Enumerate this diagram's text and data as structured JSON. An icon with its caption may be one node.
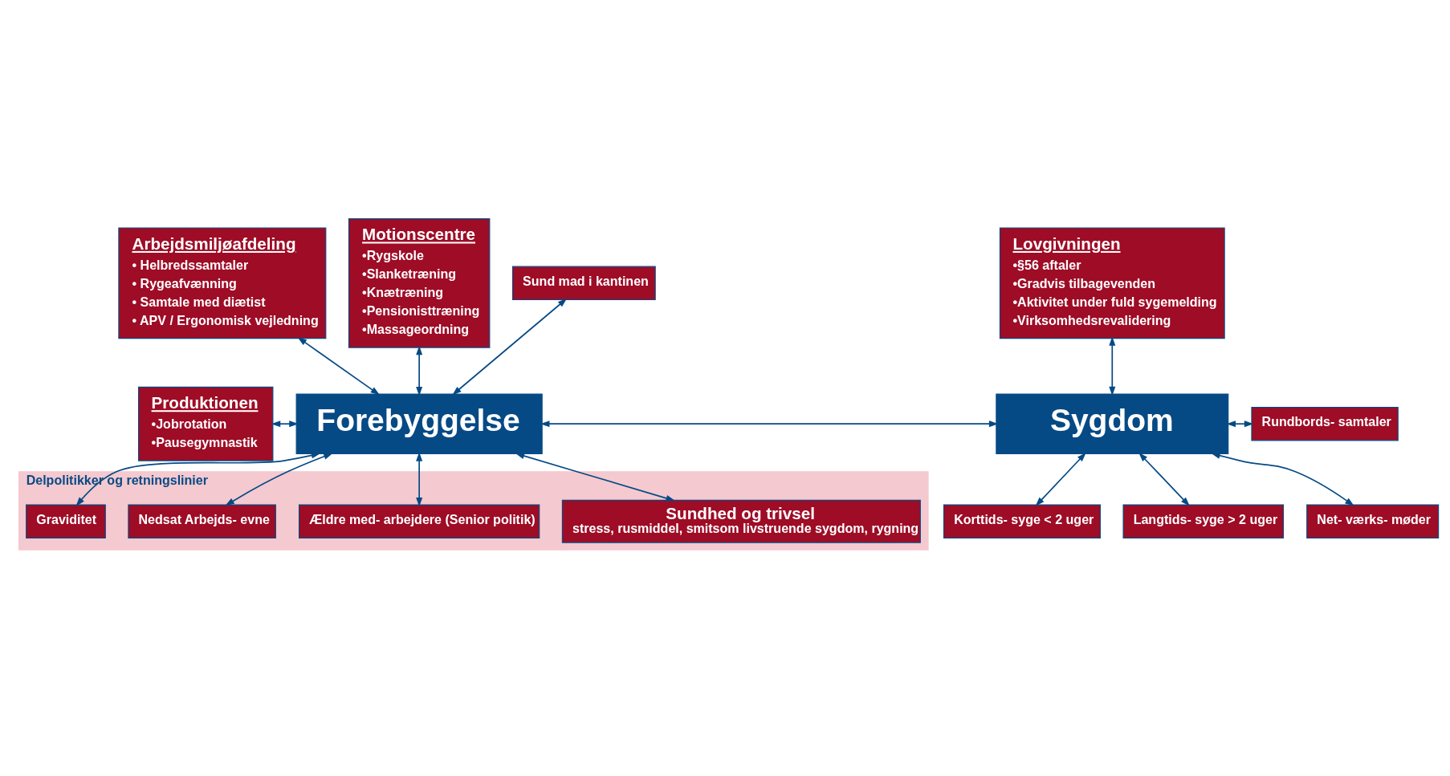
{
  "diagram": {
    "nodes": [
      {
        "text": [
          "Arbejdsmiljøafdeling",
          "• Helbredssamtaler",
          "• Rygeafvænning",
          "• Samtale med diætist",
          "• APV / Ergonomisk vejledning"
        ]
      },
      {
        "text": [
          "Motionscentre",
          "•Rygskole",
          "•Slanketræning",
          "•Knætræning",
          "•Pensionisttræning",
          "•Massageordning"
        ]
      },
      {
        "text": [
          "Sund mad i kantinen"
        ]
      },
      {
        "text": [
          "Lovgivningen",
          "•§56 aftaler",
          "•Gradvis tilbagevenden",
          "•Aktivitet under fuld sygemelding",
          "•Virksomhedsrevalidering"
        ]
      },
      {
        "text": [
          "Produktionen",
          "•Jobrotation",
          "•Pausegymnastik"
        ]
      },
      {
        "text": [
          "Forebyggelse"
        ]
      },
      {
        "text": [
          "Sygdom"
        ]
      },
      {
        "text": [
          "Rundbords- samtaler"
        ]
      },
      {
        "text": [
          "Delpolitikker og retningslinier"
        ]
      },
      {
        "text": [
          "Sundhed og trivsel",
          "stress, rusmiddel, smitsom livstruende sygdom, rygning"
        ],
        "in": 8
      },
      {
        "text": [
          "Ældre med- arbejdere (Senior politik)"
        ],
        "in": 8
      },
      {
        "text": [
          "Nedsat Arbejds- evne"
        ],
        "in": 8
      },
      {
        "text": [
          "Graviditet"
        ],
        "in": 8
      },
      {
        "text": [
          "Korttids- syge < 2 uger"
        ]
      },
      {
        "text": [
          "Langtids- syge > 2 uger"
        ]
      },
      {
        "text": [
          "Net- værks- møder"
        ]
      }
    ],
    "edges": [
      {
        "from": 0,
        "to": 5,
        "arrow": "both"
      },
      {
        "from": 1,
        "to": 5,
        "arrow": "both"
      },
      {
        "from": 2,
        "to": 5,
        "arrow": "both"
      },
      {
        "from": 4,
        "to": 5,
        "arrow": "both"
      },
      {
        "from": 5,
        "to": 6,
        "arrow": "both"
      },
      {
        "from": 5,
        "to": 9,
        "arrow": "both"
      },
      {
        "from": 5,
        "to": 10,
        "arrow": "both"
      },
      {
        "from": 5,
        "to": 11,
        "arrow": "both"
      },
      {
        "from": 5,
        "to": 12,
        "arrow": "both"
      },
      {
        "from": 3,
        "to": 6,
        "arrow": "both"
      },
      {
        "from": 6,
        "to": 7,
        "arrow": "both"
      },
      {
        "from": 6,
        "to": 13,
        "arrow": "both"
      },
      {
        "from": 6,
        "to": 14,
        "arrow": "both"
      },
      {
        "from": 6,
        "to": 15,
        "arrow": "both"
      }
    ]
  }
}
